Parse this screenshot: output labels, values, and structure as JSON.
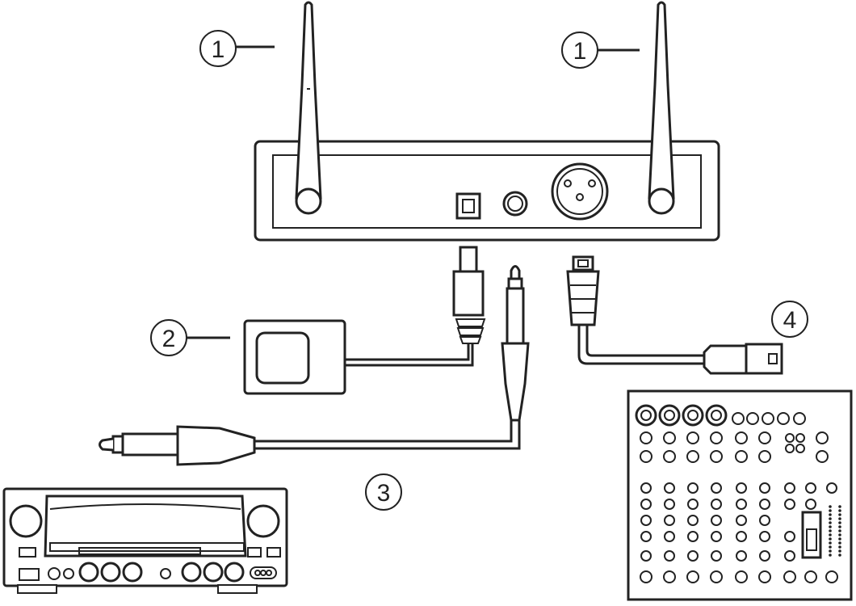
{
  "diagram": {
    "callouts": [
      {
        "id": "antenna-left",
        "label": "1"
      },
      {
        "id": "antenna-right",
        "label": "1"
      },
      {
        "id": "power-adapter",
        "label": "2"
      },
      {
        "id": "jack-cable",
        "label": "3"
      },
      {
        "id": "xlr-cable",
        "label": "4"
      }
    ]
  },
  "colors": {
    "stroke": "#222222",
    "background": "#ffffff"
  }
}
